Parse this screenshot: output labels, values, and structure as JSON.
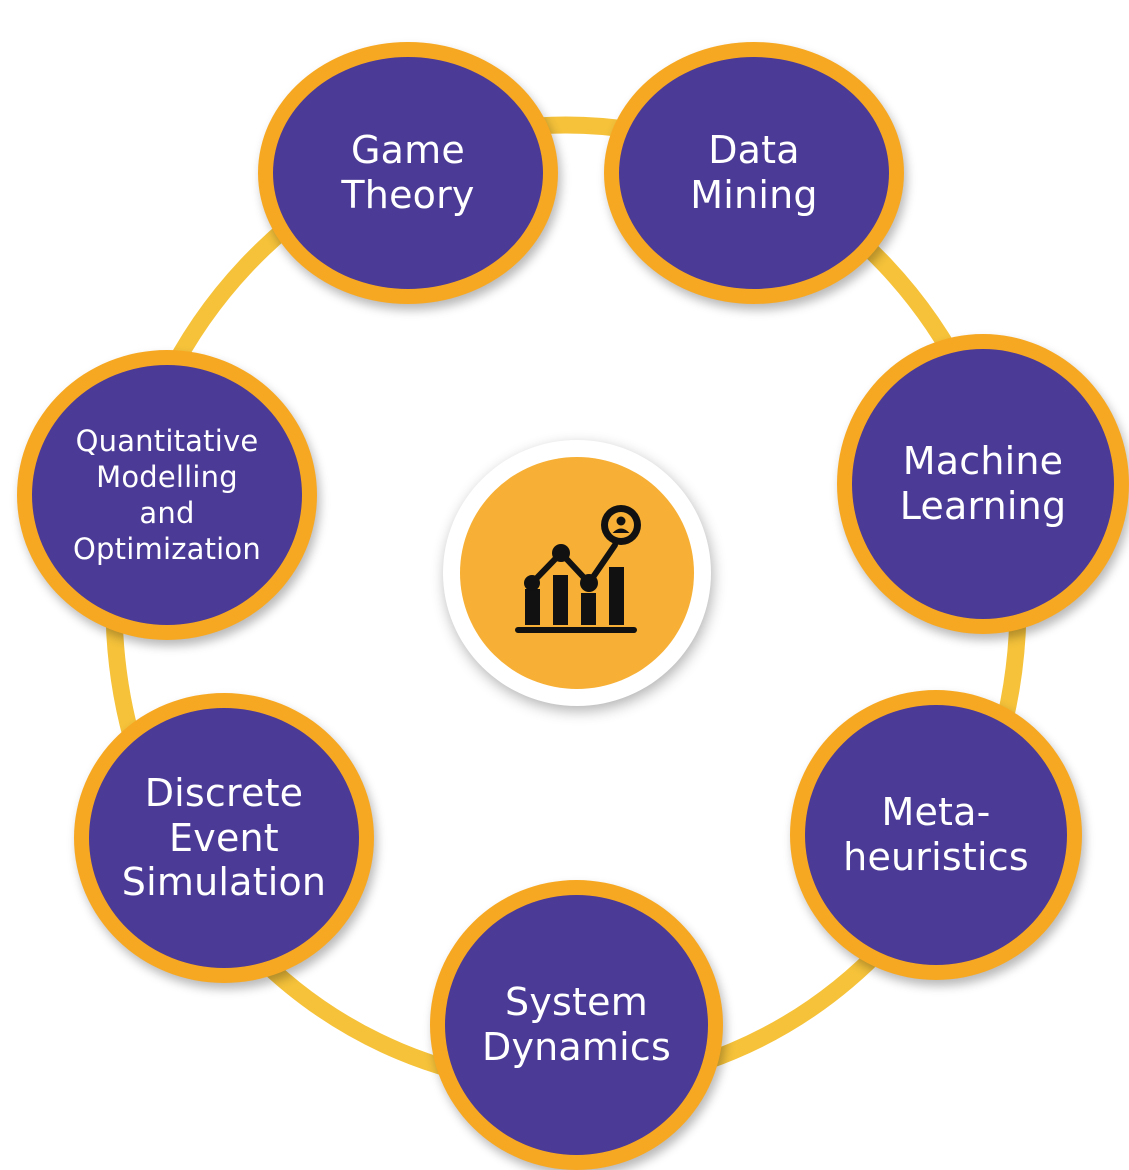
{
  "colors": {
    "node_fill": "#4b3a96",
    "node_border": "#f7a823",
    "ring": "#f5c23a",
    "hub_fill": "#f7b035",
    "icon": "#111111",
    "text": "#ffffff"
  },
  "center": {
    "icon": "analytics-chart-user-icon"
  },
  "nodes": [
    {
      "id": "game",
      "label": "Game\nTheory"
    },
    {
      "id": "data",
      "label": "Data\nMining"
    },
    {
      "id": "ml",
      "label": "Machine\nLearning"
    },
    {
      "id": "meta",
      "label": "Meta-\nheuristics"
    },
    {
      "id": "sd",
      "label": "System\nDynamics"
    },
    {
      "id": "des",
      "label": "Discrete\nEvent\nSimulation"
    },
    {
      "id": "qmo",
      "label": "Quantitative\nModelling\nand\nOptimization"
    }
  ]
}
